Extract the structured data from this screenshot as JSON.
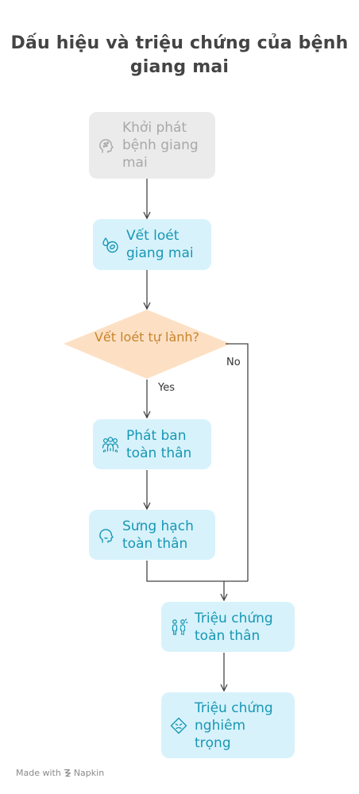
{
  "title_line1": "Dấu hiệu và triệu chứng của bệnh",
  "title_line2": "giang mai",
  "nodes": {
    "onset": "Khởi phát bệnh giang mai",
    "chancre": "Vết loét giang mai",
    "decision": "Vết loét tự lành?",
    "rash": "Phát ban toàn thân",
    "lymph": "Sưng hạch toàn thân",
    "systemic": "Triệu chứng toàn thân",
    "severe": "Triệu chứng nghiêm trọng"
  },
  "edges": {
    "yes": "Yes",
    "no": "No"
  },
  "icons": {
    "onset": "head-virus-icon",
    "chancre": "blister-icon",
    "rash": "people-rash-icon",
    "lymph": "head-profile-icon",
    "systemic": "person-symptoms-icon",
    "severe": "warning-face-icon"
  },
  "footer": {
    "made_with": "Made with",
    "brand": "Napkin"
  }
}
